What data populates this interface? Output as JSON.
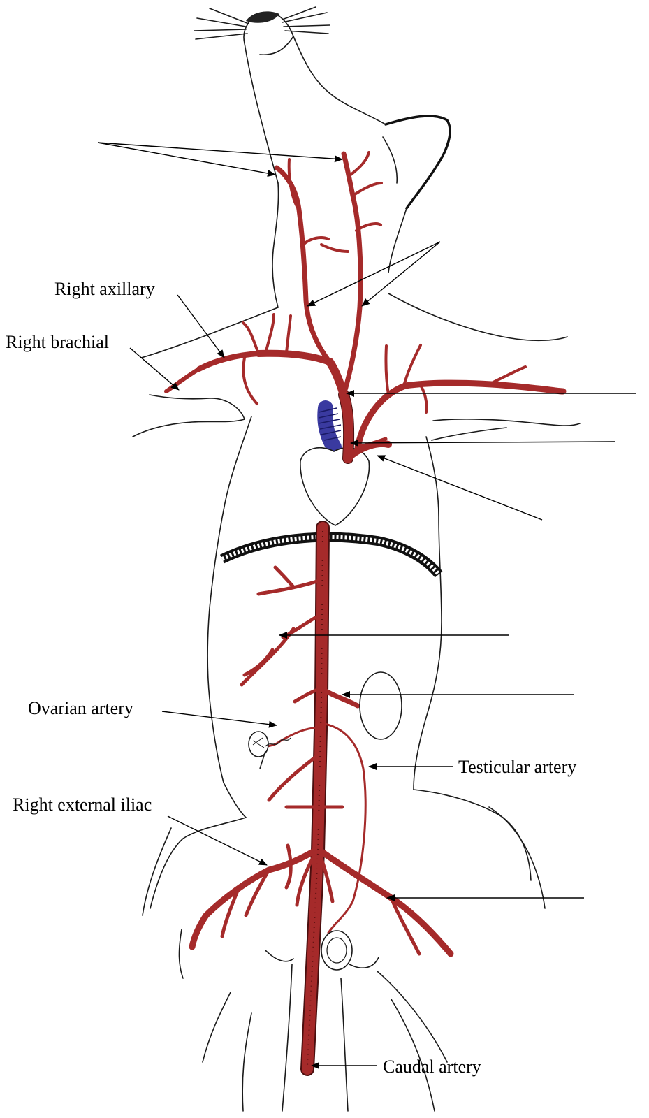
{
  "labels": {
    "right_axillary": "Right axillary",
    "right_brachial": "Right brachial",
    "ovarian_artery": "Ovarian artery",
    "testicular_artery": "Testicular artery",
    "right_external_iliac": "Right external iliac",
    "caudal_artery": "Caudal artery"
  },
  "colors": {
    "artery": "#a52a2a",
    "vein": "#3a3aa0",
    "outline": "#1a1a1a"
  }
}
